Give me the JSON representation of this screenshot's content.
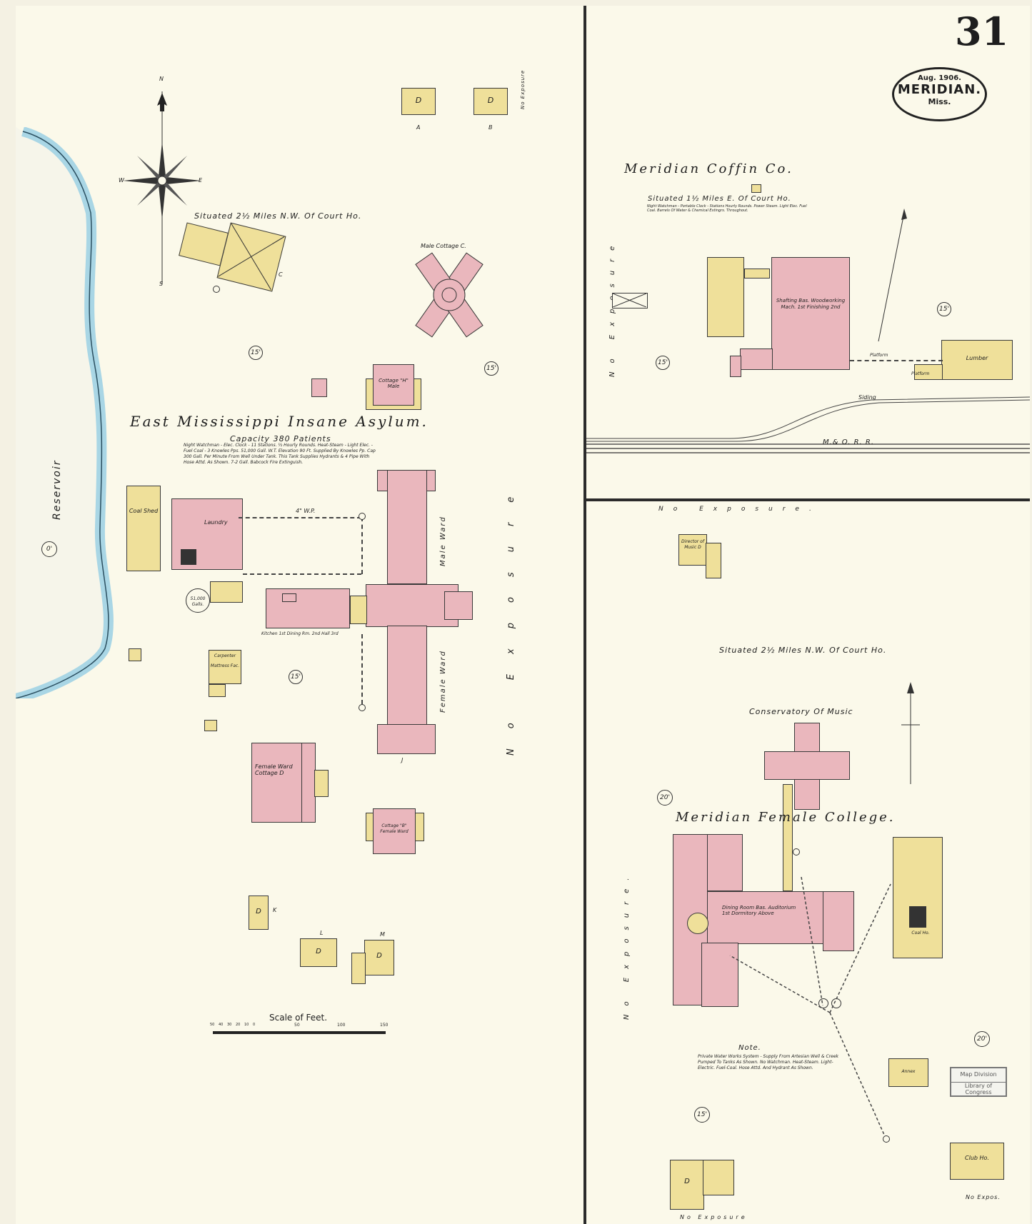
{
  "sheet": {
    "page_number": "31",
    "date": "Aug. 1906.",
    "city": "MERIDIAN.",
    "state": "Miss."
  },
  "colors": {
    "brick": "#eab7bd",
    "frame": "#efe09a",
    "water": "#a9d6e5",
    "paper": "#fbf9ea"
  },
  "compass": {
    "north": "N",
    "east": "E",
    "south": "S",
    "west": "W"
  },
  "left": {
    "reservoir": "Reservoir",
    "reservoir_elev": "0'",
    "situated": "Situated 2½ Miles N.W. Of Court Ho.",
    "title": "East Mississippi Insane Asylum.",
    "capacity": "Capacity 380 Patients",
    "notes": "Night Watchman - Elec. Clock - 11 Stations. ½ Hourly Rounds. Heat-Steam - Light Elec. - Fuel Coal - 3 Knowles Pps. 51,000 Gall. W.T. Elevation 90 Ft. Supplied By Knowles Pp. Cap 300 Gall. Per Minute From Well Under Tank. This Tank Supplies Hydrants & 4 Pipe With Hose Attd. As Shown. 7-2 Gall. Babcock Fire Extinguish.",
    "no_exposure": "No Exposure",
    "no_exposure_vert": "No Exposure",
    "male_cottage": "Male Cottage C.",
    "cottage_h": "Cottage \"H\" Male",
    "coal_shed": "Coal Shed",
    "laundry": "Laundry",
    "dining": "Kitchen 1st Dining Rm. 2nd Hall 3rd",
    "male_ward": "Male Ward",
    "female_ward": "Female Ward",
    "female_ward_cottage": "Female Ward Cottage D",
    "cottage_b": "Cottage \"B\" Female Ward",
    "carpenter": "Carpenter",
    "mattress": "Mattress Fac.",
    "tank_label": "51,000 Galls.",
    "wp_label": "4\" W.P.",
    "elev_15": "15'",
    "scale_label": "Scale of Feet.",
    "scale_ticks": [
      "50",
      "40",
      "30",
      "20",
      "10",
      "0",
      "50",
      "100",
      "150"
    ],
    "dwelling": "D",
    "letters": [
      "A",
      "B",
      "C",
      "D",
      "J",
      "K",
      "L",
      "M"
    ]
  },
  "right_top": {
    "title": "Meridian Coffin Co.",
    "situated": "Situated 1½ Miles E. Of Court Ho.",
    "notes": "Night Watchman - Portable Clock - Stations Hourly Rounds. Power Steam. Light Elec. Fuel Coal. Barrels Of Water & Chemical Extingrs. Throughout.",
    "main_building": "Shafting Bas. Woodworking Mach. 1st Finishing 2nd",
    "lumber": "Lumber",
    "platform": "Platform",
    "siding": "Siding",
    "railroad": "M.& O. R. R.",
    "no_exposure": "No Exposure",
    "elev": "15'"
  },
  "right_bottom": {
    "no_exposure_top": "No Exposure.",
    "director": "Director of Music D",
    "situated": "Situated 2½ Miles N.W. Of Court Ho.",
    "conservatory": "Conservatory Of Music",
    "title": "Meridian Female College.",
    "dining": "Dining Room Bas. Auditorium 1st Dormitory Above",
    "coal_ho": "Coal Ho.",
    "club_ho": "Club Ho.",
    "annex": "Annex",
    "note_title": "Note.",
    "note_text": "Private Water Works System - Supply From Artesian Well & Creek Pumped To Tanks As Shown. No Watchman. Heat-Steam. Light-Electric. Fuel-Coal. Hose Attd. And Hydrant As Shown.",
    "no_exposure_bottom": "No Exposure",
    "no_expos_right": "No Expos.",
    "no_exposure_vert": "No Exposure.",
    "elev_20": "20'",
    "elev_15": "15'",
    "stamp_line1": "Map Division",
    "stamp_line2": "Library of Congress"
  }
}
